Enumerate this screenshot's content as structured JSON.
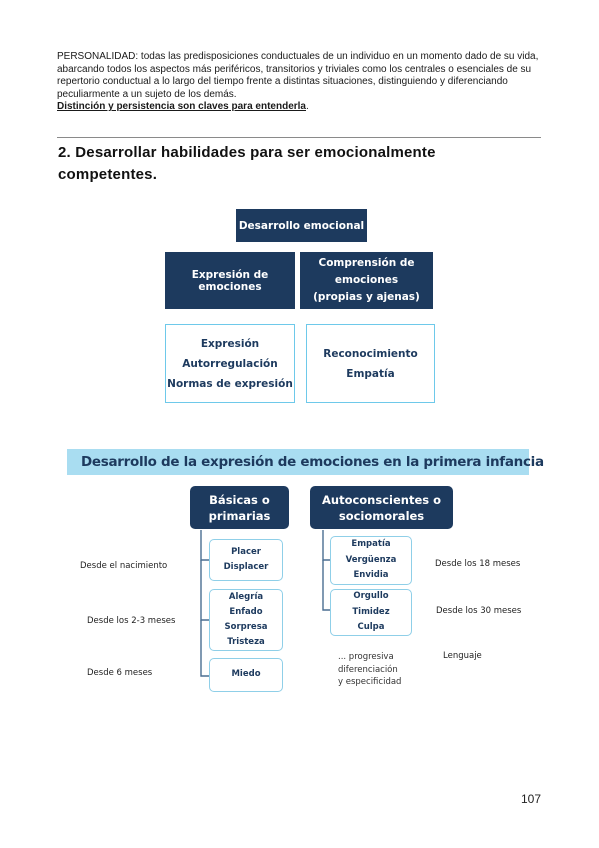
{
  "definition": {
    "text": "PERSONALIDAD: todas las predisposiciones conductuales de un individuo en un momento dado de su vida, abarcando todos los aspectos más periféricos, transitorios y triviales como los centrales o esenciales de su repertorio conductual a lo largo del tiempo frente a distintas situaciones, distinguiendo y diferenciando peculiarmente a un sujeto de los demás.",
    "emphasis": "Distinción y persistencia son claves para entenderla",
    "end": "."
  },
  "section_title": "2. Desarrollar habilidades para ser emocionalmente competentes.",
  "diagram1": {
    "top": "Desarrollo emocional",
    "left_header": "Expresión de emociones",
    "right_header_line1": "Comprensión de",
    "right_header_line2": "emociones",
    "right_header_line3": "(propias y ajenas)",
    "left_items": [
      "Expresión",
      "Autorregulación",
      "Normas de expresión"
    ],
    "right_items": [
      "Reconocimiento",
      "Empatía"
    ]
  },
  "diagram2": {
    "banner": "Desarrollo de la expresión de emociones en la primera infancia",
    "left_cat_line1": "Básicas o",
    "left_cat_line2": "primarias",
    "right_cat_line1": "Autoconscientes o",
    "right_cat_line2": "sociomorales",
    "left_groups": [
      {
        "items": [
          "Placer",
          "Displacer"
        ]
      },
      {
        "items": [
          "Alegría",
          "Enfado",
          "Sorpresa",
          "Tristeza"
        ]
      },
      {
        "items": [
          "Miedo"
        ]
      }
    ],
    "right_groups": [
      {
        "items": [
          "Empatía",
          "Vergüenza",
          "Envidia"
        ]
      },
      {
        "items": [
          "Orgullo",
          "Timidez",
          "Culpa"
        ]
      }
    ],
    "left_ages": [
      "Desde el nacimiento",
      "Desde los 2-3 meses",
      "Desde 6 meses"
    ],
    "right_ages": [
      "Desde los 18 meses",
      "Desde los 30 meses"
    ],
    "lenguaje": "Lenguaje",
    "note_lines": [
      "... progresiva",
      "diferenciación",
      "y especificidad"
    ]
  },
  "page_number": "107"
}
